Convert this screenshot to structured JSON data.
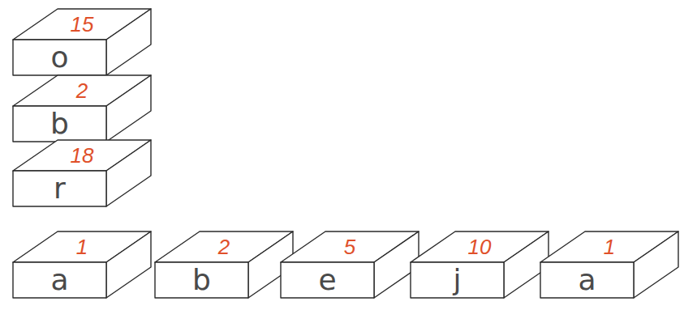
{
  "diagram": {
    "nodes": [
      {
        "text": [
          "15",
          "o"
        ]
      },
      {
        "text": [
          "2",
          "b"
        ]
      },
      {
        "text": [
          "18",
          "r"
        ]
      },
      {
        "text": [
          "1",
          "a"
        ]
      },
      {
        "text": [
          "2",
          "b"
        ]
      },
      {
        "text": [
          "5",
          "e"
        ]
      },
      {
        "text": [
          "10",
          "j"
        ]
      },
      {
        "text": [
          "1",
          "a"
        ]
      }
    ]
  }
}
